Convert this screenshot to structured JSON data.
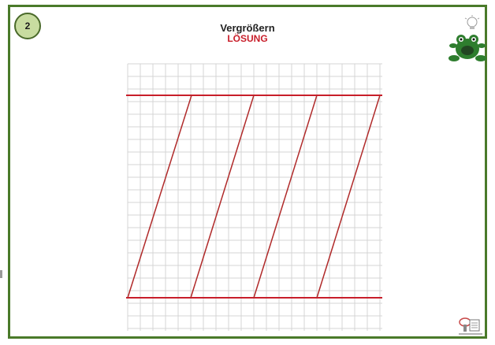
{
  "worksheet": {
    "number": "2",
    "title": "Vergrößern",
    "subtitle": "LÖSUNG"
  },
  "colors": {
    "frame_green": "#4a7a2a",
    "badge_fill": "#c8dca0",
    "grid_line": "#d4d4d4",
    "solution_red": "#c81e2a"
  },
  "icons": [
    "frog-mascot-icon",
    "lightbulb-icon",
    "stamp-icon"
  ]
}
